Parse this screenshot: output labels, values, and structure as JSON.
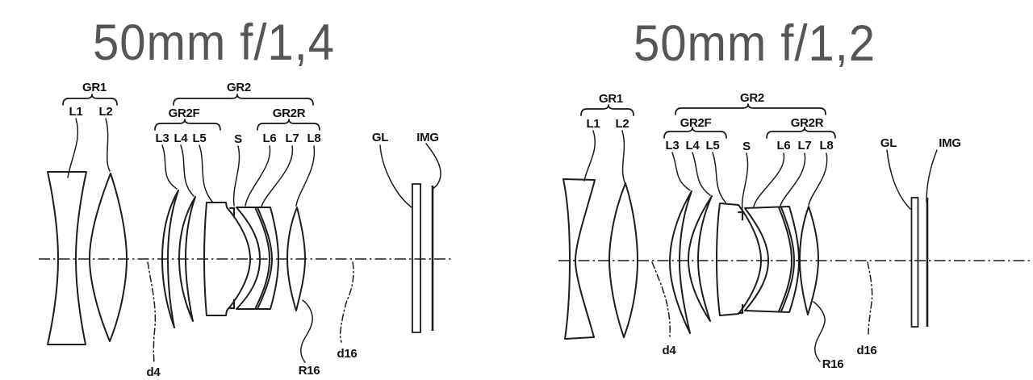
{
  "figure": {
    "description": "Lens cross-section diagrams",
    "diagrams": [
      {
        "title": "50mm f/1,4",
        "labels": {
          "gr1": "GR1",
          "gr2": "GR2",
          "gr2f": "GR2F",
          "gr2r": "GR2R",
          "l1": "L1",
          "l2": "L2",
          "l3": "L3",
          "l4": "L4",
          "l5": "L5",
          "s": "S",
          "l6": "L6",
          "l7": "L7",
          "l8": "L8",
          "gl": "GL",
          "img": "IMG",
          "d4": "d4",
          "r16": "R16",
          "d16": "d16"
        }
      },
      {
        "title": "50mm f/1,2",
        "labels": {
          "gr1": "GR1",
          "gr2": "GR2",
          "gr2f": "GR2F",
          "gr2r": "GR2R",
          "l1": "L1",
          "l2": "L2",
          "l3": "L3",
          "l4": "L4",
          "l5": "L5",
          "s": "S",
          "l6": "L6",
          "l7": "L7",
          "l8": "L8",
          "gl": "GL",
          "img": "IMG",
          "d4": "d4",
          "r16": "R16",
          "d16": "d16"
        }
      }
    ]
  }
}
